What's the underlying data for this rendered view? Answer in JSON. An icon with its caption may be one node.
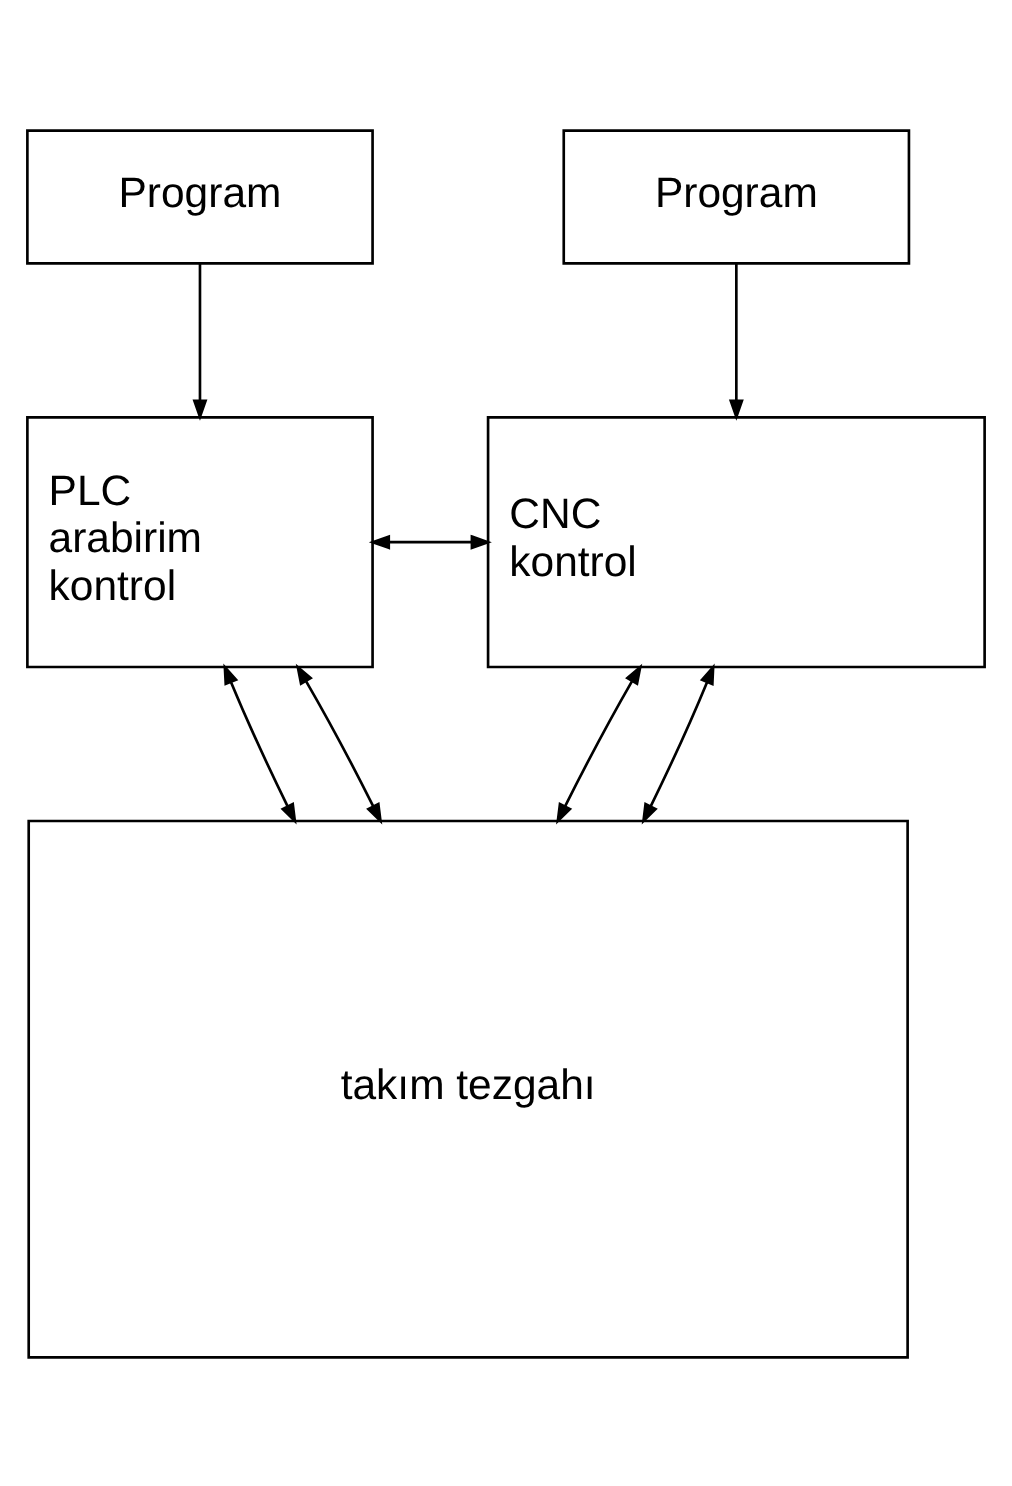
{
  "diagram": {
    "nodes": [
      {
        "text": [
          "Program"
        ]
      },
      {
        "text": [
          "Program"
        ]
      },
      {
        "text": [
          "PLC arabirim kontrol"
        ]
      },
      {
        "text": [
          "CNC kontrol"
        ]
      },
      {
        "text": [
          "takım tezgahı"
        ]
      }
    ],
    "edges": [
      {
        "from": 0,
        "to": 2,
        "arrow": "to"
      },
      {
        "from": 1,
        "to": 3,
        "arrow": "to"
      },
      {
        "from": 2,
        "to": 3,
        "arrow": "both"
      },
      {
        "from": 2,
        "to": 4,
        "arrow": "both"
      },
      {
        "from": 2,
        "to": 4,
        "arrow": "both"
      },
      {
        "from": 3,
        "to": 4,
        "arrow": "both"
      },
      {
        "from": 3,
        "to": 4,
        "arrow": "both"
      }
    ]
  }
}
